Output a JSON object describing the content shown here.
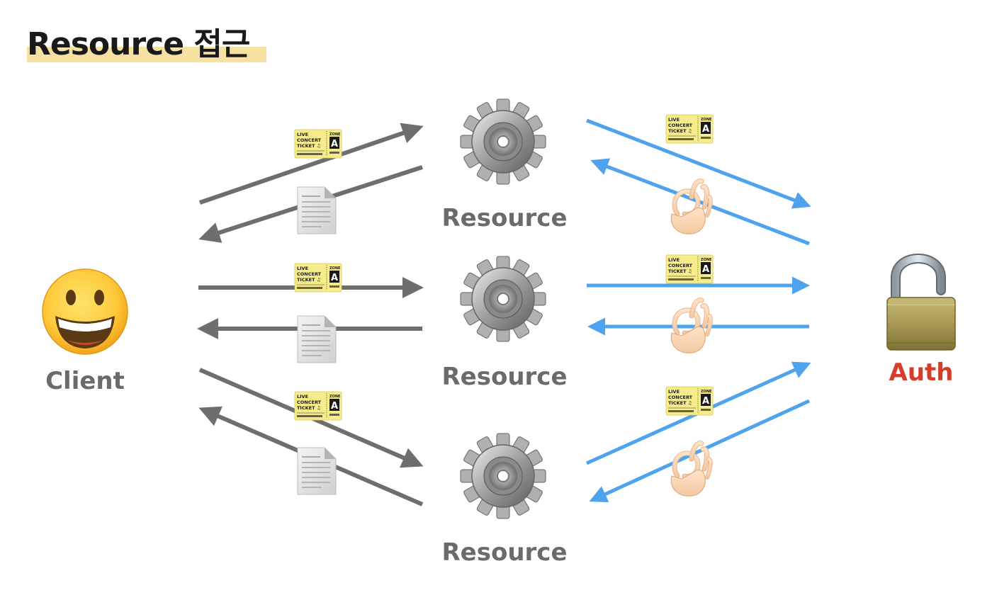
{
  "title": "Resource 접근",
  "nodes": {
    "client_label": "Client",
    "resource_labels": [
      "Resource",
      "Resource",
      "Resource"
    ],
    "auth_label": "Auth"
  },
  "ticket": {
    "lines": [
      "LIVE",
      "CONCERT",
      "TICKET ♫"
    ],
    "zone": "ZONE",
    "zone_letter": "A"
  },
  "colors": {
    "client_arrows": "#6e6e6e",
    "auth_arrows": "#4da3ee",
    "auth_label": "#d63c2a",
    "title_highlight": "#f5dc93",
    "ticket_bg": "#f7ec8a"
  },
  "icons": {
    "client": "grinning-face-icon",
    "resource": "gear-icon",
    "auth": "open-padlock-icon",
    "request_token": "concert-ticket-icon",
    "response": "document-icon",
    "auth_ok": "ok-hand-icon"
  }
}
